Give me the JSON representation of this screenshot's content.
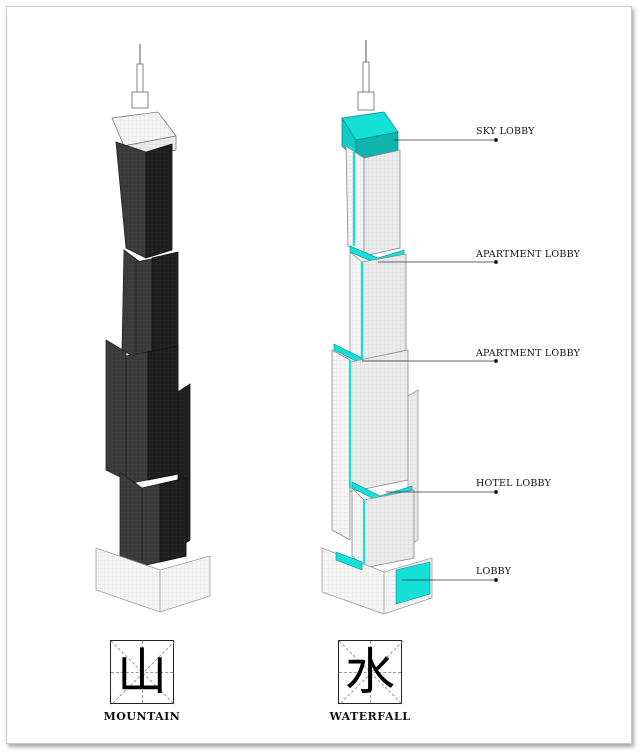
{
  "towers": {
    "left": {
      "character": "山",
      "caption": "MOUNTAIN"
    },
    "right": {
      "character": "水",
      "caption": "WATERFALL"
    }
  },
  "callouts": [
    {
      "label": "SKY LOBBY"
    },
    {
      "label": "APARTMENT LOBBY"
    },
    {
      "label": "APARTMENT LOBBY"
    },
    {
      "label": "HOTEL LOBBY"
    },
    {
      "label": "LOBBY"
    }
  ],
  "colors": {
    "dark_facade": "#3a3a3a",
    "dark_facade_side": "#1e1e1e",
    "light_facade": "#f4f4f4",
    "lobby_accent": "#14e0d8",
    "line": "#555555"
  }
}
